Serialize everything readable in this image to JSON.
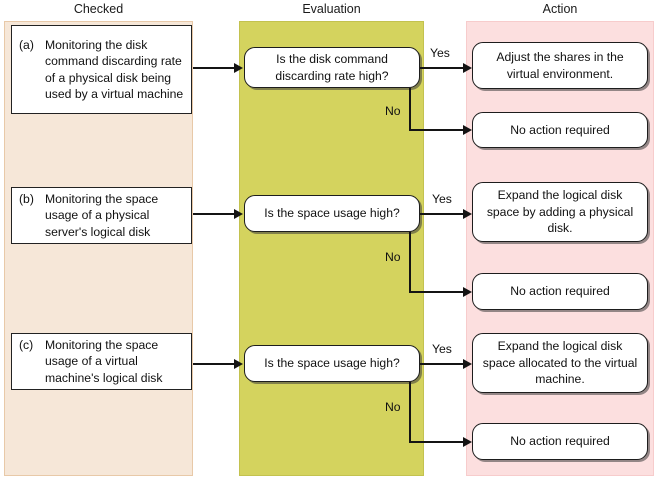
{
  "columns": [
    {
      "key": "checked",
      "header": "Checked"
    },
    {
      "key": "evaluation",
      "header": "Evaluation"
    },
    {
      "key": "action",
      "header": "Action"
    }
  ],
  "colors": {
    "checked_band": "#f6e7d8",
    "evaluation_band": "#d4d35e",
    "action_band": "#fcdfdf",
    "box_fill": "#ffffff",
    "box_border": "#222222",
    "connector": "#141414"
  },
  "branch_labels": {
    "yes": "Yes",
    "no": "No"
  },
  "rows": [
    {
      "tag": "(a)",
      "checked": "Monitoring the disk command discarding rate of a physical disk being used by a virtual machine",
      "evaluation": "Is the disk command discarding rate high?",
      "action_yes": "Adjust the shares in the virtual environment.",
      "action_no": "No action required"
    },
    {
      "tag": "(b)",
      "checked": "Monitoring the space usage of a physical server's logical disk",
      "evaluation": "Is the space usage high?",
      "action_yes": "Expand the logical disk space by adding a physical disk.",
      "action_no": "No action required"
    },
    {
      "tag": "(c)",
      "checked": "Monitoring the space usage of a virtual machine's logical disk",
      "evaluation": "Is the space usage high?",
      "action_yes": "Expand the logical disk space allocated to the virtual machine.",
      "action_no": "No action required"
    }
  ]
}
